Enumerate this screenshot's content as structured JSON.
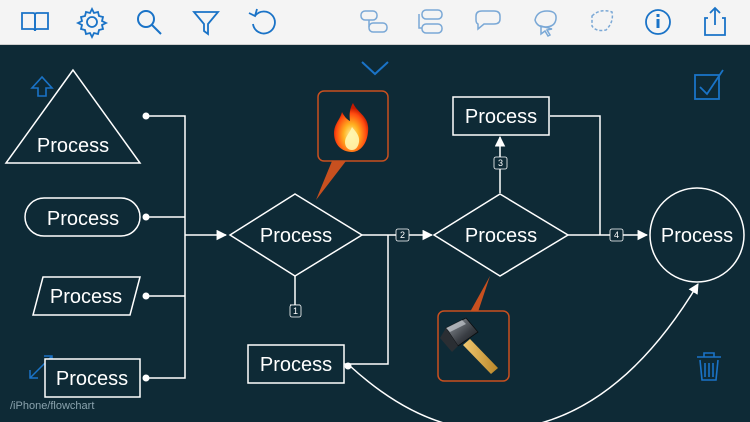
{
  "toolbar": {
    "buttons": [
      {
        "name": "book-icon"
      },
      {
        "name": "gear-icon"
      },
      {
        "name": "search-icon"
      },
      {
        "name": "filter-icon"
      },
      {
        "name": "undo-icon"
      },
      {
        "name": "node-stack-icon"
      },
      {
        "name": "node-group-icon"
      },
      {
        "name": "speech-bubble-icon"
      },
      {
        "name": "lasso-icon"
      },
      {
        "name": "dashed-shape-icon"
      },
      {
        "name": "info-icon"
      },
      {
        "name": "share-icon"
      }
    ],
    "accent": "#1a73c7"
  },
  "canvas": {
    "background": "#0e2a36",
    "stroke": "#ffffff",
    "bubble_border": "#c8501f",
    "tool_icon_color": "#1a73c7"
  },
  "nodes": {
    "triangle": "Process",
    "stadium": "Process",
    "parallelogram": "Process",
    "rect_left": "Process",
    "diamond1": "Process",
    "rect_bottom": "Process",
    "diamond2": "Process",
    "rect_top": "Process",
    "circle": "Process"
  },
  "connectors": {
    "c1": "1",
    "c2": "2",
    "c3": "3",
    "c4": "4"
  },
  "footer": {
    "path": "/iPhone/flowchart"
  }
}
